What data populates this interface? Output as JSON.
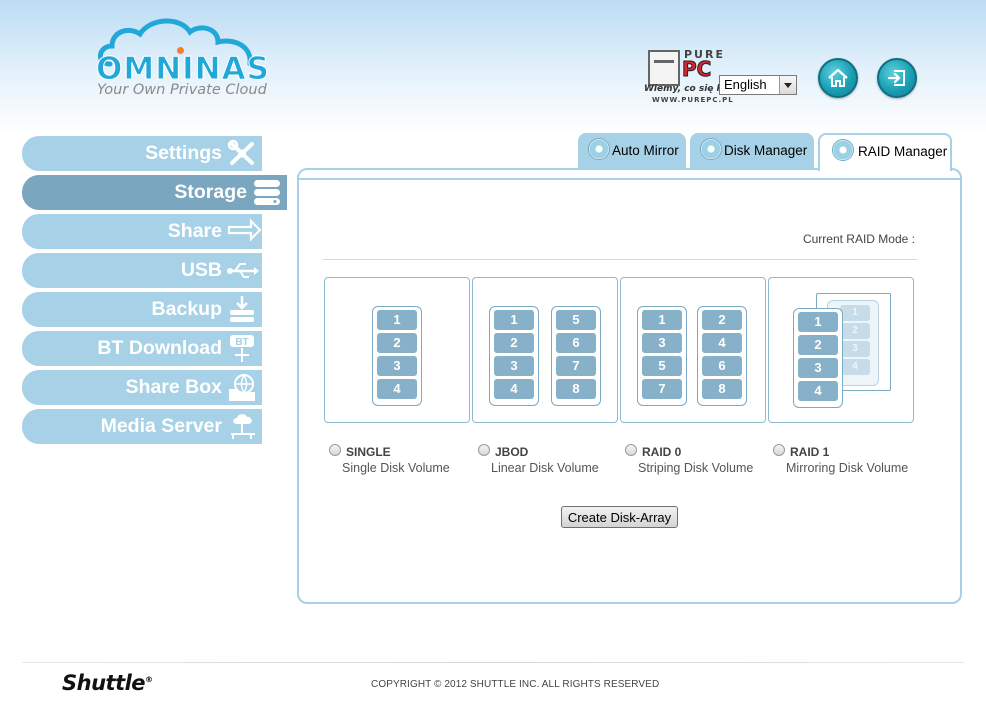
{
  "header": {
    "brand": "OMNINAS",
    "tagline": "Your Own Private Cloud",
    "watermark": {
      "pure": "PURE",
      "pc": "PC",
      "slogan": "Wiemy, co się kręci",
      "url": "WWW.PUREPC.PL"
    },
    "language": "English",
    "home_icon": "home-icon",
    "logout_icon": "logout-icon"
  },
  "sidebar": {
    "items": [
      {
        "label": "Settings",
        "icon": "tools-icon",
        "active": false
      },
      {
        "label": "Storage",
        "icon": "storage-icon",
        "active": true
      },
      {
        "label": "Share",
        "icon": "share-arrows-icon",
        "active": false
      },
      {
        "label": "USB",
        "icon": "usb-icon",
        "active": false
      },
      {
        "label": "Backup",
        "icon": "backup-icon",
        "active": false
      },
      {
        "label": "BT Download",
        "icon": "bt-download-icon",
        "active": false
      },
      {
        "label": "Share Box",
        "icon": "sharebox-icon",
        "active": false
      },
      {
        "label": "Media Server",
        "icon": "media-server-icon",
        "active": false
      }
    ]
  },
  "tabs": [
    {
      "label": "Auto Mirror",
      "active": false
    },
    {
      "label": "Disk Manager",
      "active": false
    },
    {
      "label": "RAID Manager",
      "active": true
    }
  ],
  "raid": {
    "current_mode_label": "Current RAID Mode :",
    "options": [
      {
        "title": "SINGLE",
        "desc": "Single Disk Volume",
        "disks": [
          [
            "1",
            "2",
            "3",
            "4"
          ]
        ],
        "selected": false
      },
      {
        "title": "JBOD",
        "desc": "Linear Disk Volume",
        "disks": [
          [
            "1",
            "2",
            "3",
            "4"
          ],
          [
            "5",
            "6",
            "7",
            "8"
          ]
        ],
        "selected": false
      },
      {
        "title": "RAID 0",
        "desc": "Striping Disk Volume",
        "disks": [
          [
            "1",
            "3",
            "5",
            "7"
          ],
          [
            "2",
            "4",
            "6",
            "8"
          ]
        ],
        "selected": false
      },
      {
        "title": "RAID 1",
        "desc": "Mirroring Disk Volume",
        "disks": [
          [
            "1",
            "2",
            "3",
            "4"
          ]
        ],
        "mirror": [
          "1",
          "2",
          "3",
          "4"
        ],
        "selected": false
      }
    ],
    "create_button": "Create Disk-Array"
  },
  "footer": {
    "brand": "Shuttle",
    "registered": "®",
    "copyright": "COPYRIGHT © 2012 SHUTTLE INC. ALL RIGHTS RESERVED"
  }
}
